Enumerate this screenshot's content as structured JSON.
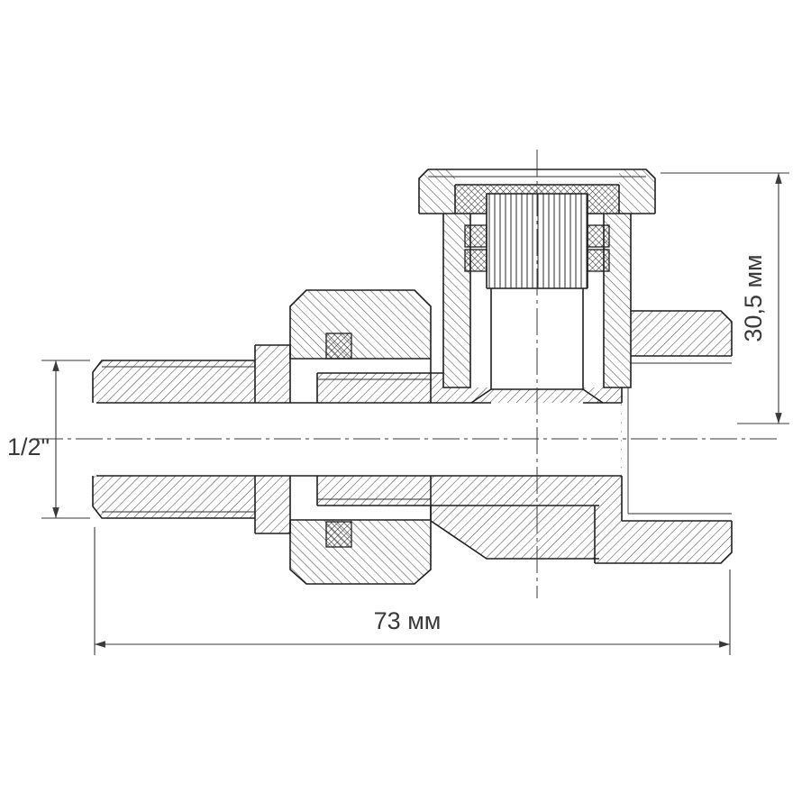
{
  "drawing": {
    "type": "technical-section-drawing",
    "subject": "radiator valve cross-section with union nut and bonnet",
    "dimension_labels": {
      "thread_size": "1/2\"",
      "overall_width": "73 мм",
      "height": "30,5 мм"
    },
    "colors": {
      "background": "#ffffff",
      "line": "#1f1f1f",
      "dimension": "#3a3a3a"
    }
  }
}
